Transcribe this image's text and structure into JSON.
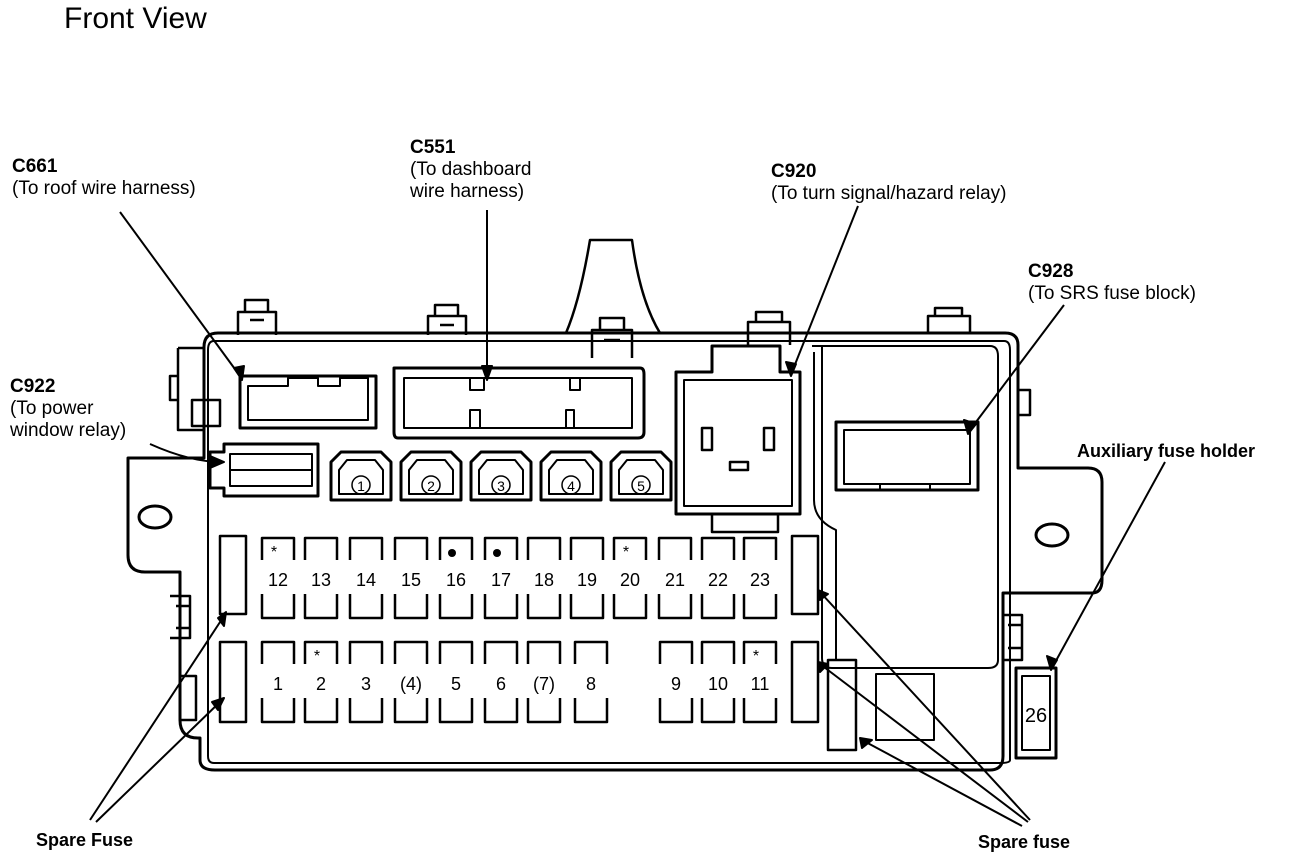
{
  "title": "Front View",
  "connectors": {
    "c661": {
      "code": "C661",
      "desc": [
        "(To roof wire harness)"
      ]
    },
    "c551": {
      "code": "C551",
      "desc": [
        "(To dashboard",
        "wire harness)"
      ]
    },
    "c920": {
      "code": "C920",
      "desc": [
        "(To turn signal/hazard relay)"
      ]
    },
    "c928": {
      "code": "C928",
      "desc": [
        "(To SRS fuse block)"
      ]
    },
    "c922": {
      "code": "C922",
      "desc": [
        "(To power",
        "window relay)"
      ]
    }
  },
  "auxiliary_label": "Auxiliary fuse holder",
  "spare_fuse_left": "Spare Fuse",
  "spare_fuse_right": "Spare fuse",
  "relays": [
    "1",
    "2",
    "3",
    "4",
    "5"
  ],
  "fuses_top": [
    {
      "label": "12",
      "mark": "*"
    },
    {
      "label": "13",
      "mark": ""
    },
    {
      "label": "14",
      "mark": ""
    },
    {
      "label": "15",
      "mark": ""
    },
    {
      "label": "16",
      "mark": "dot"
    },
    {
      "label": "17",
      "mark": "dot"
    },
    {
      "label": "18",
      "mark": ""
    },
    {
      "label": "19",
      "mark": ""
    },
    {
      "label": "20",
      "mark": "*"
    },
    {
      "label": "21",
      "mark": ""
    },
    {
      "label": "22",
      "mark": ""
    },
    {
      "label": "23",
      "mark": ""
    }
  ],
  "fuses_bottom": [
    {
      "label": "1",
      "mark": ""
    },
    {
      "label": "2",
      "mark": "*"
    },
    {
      "label": "3",
      "mark": ""
    },
    {
      "label": "(4)",
      "mark": ""
    },
    {
      "label": "5",
      "mark": ""
    },
    {
      "label": "6",
      "mark": ""
    },
    {
      "label": "(7)",
      "mark": ""
    },
    {
      "label": "8",
      "mark": ""
    },
    {
      "label": "9",
      "mark": ""
    },
    {
      "label": "10",
      "mark": ""
    },
    {
      "label": "11",
      "mark": "*"
    }
  ],
  "aux_fuse": "26"
}
